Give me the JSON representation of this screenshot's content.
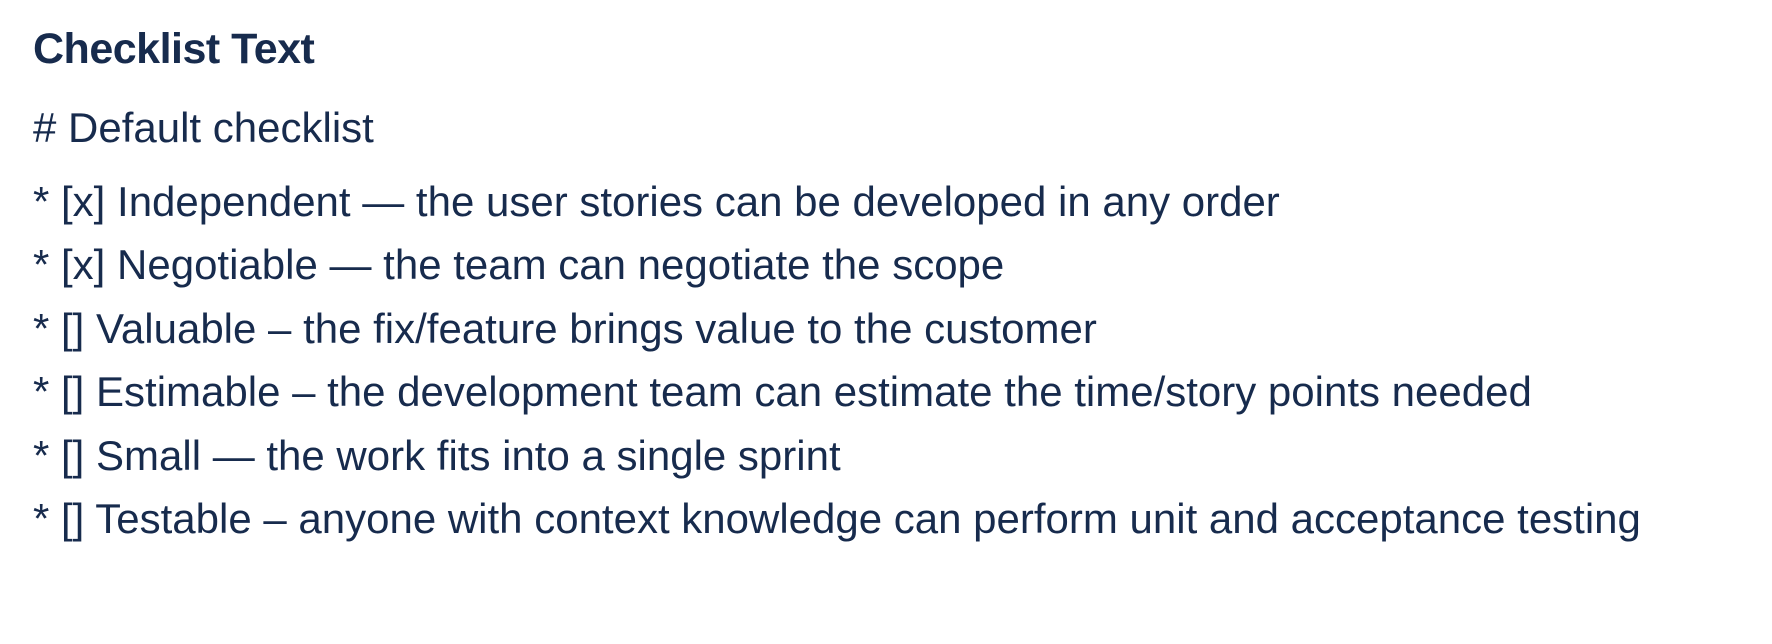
{
  "colors": {
    "text": "#172B4D",
    "background": "#FFFFFF"
  },
  "checklist_panel": {
    "title": "Checklist Text",
    "heading": "# Default checklist",
    "items": [
      "* [x] Independent — the user stories can be developed in any order",
      "* [x] Negotiable — the team can negotiate the scope",
      "* [] Valuable – the fix/feature brings value to the customer",
      "* [] Estimable – the development team can estimate the time/story points needed",
      "* [] Small — the work fits into a single sprint",
      "* [] Testable – anyone with context knowledge can perform unit and acceptance testing"
    ]
  }
}
